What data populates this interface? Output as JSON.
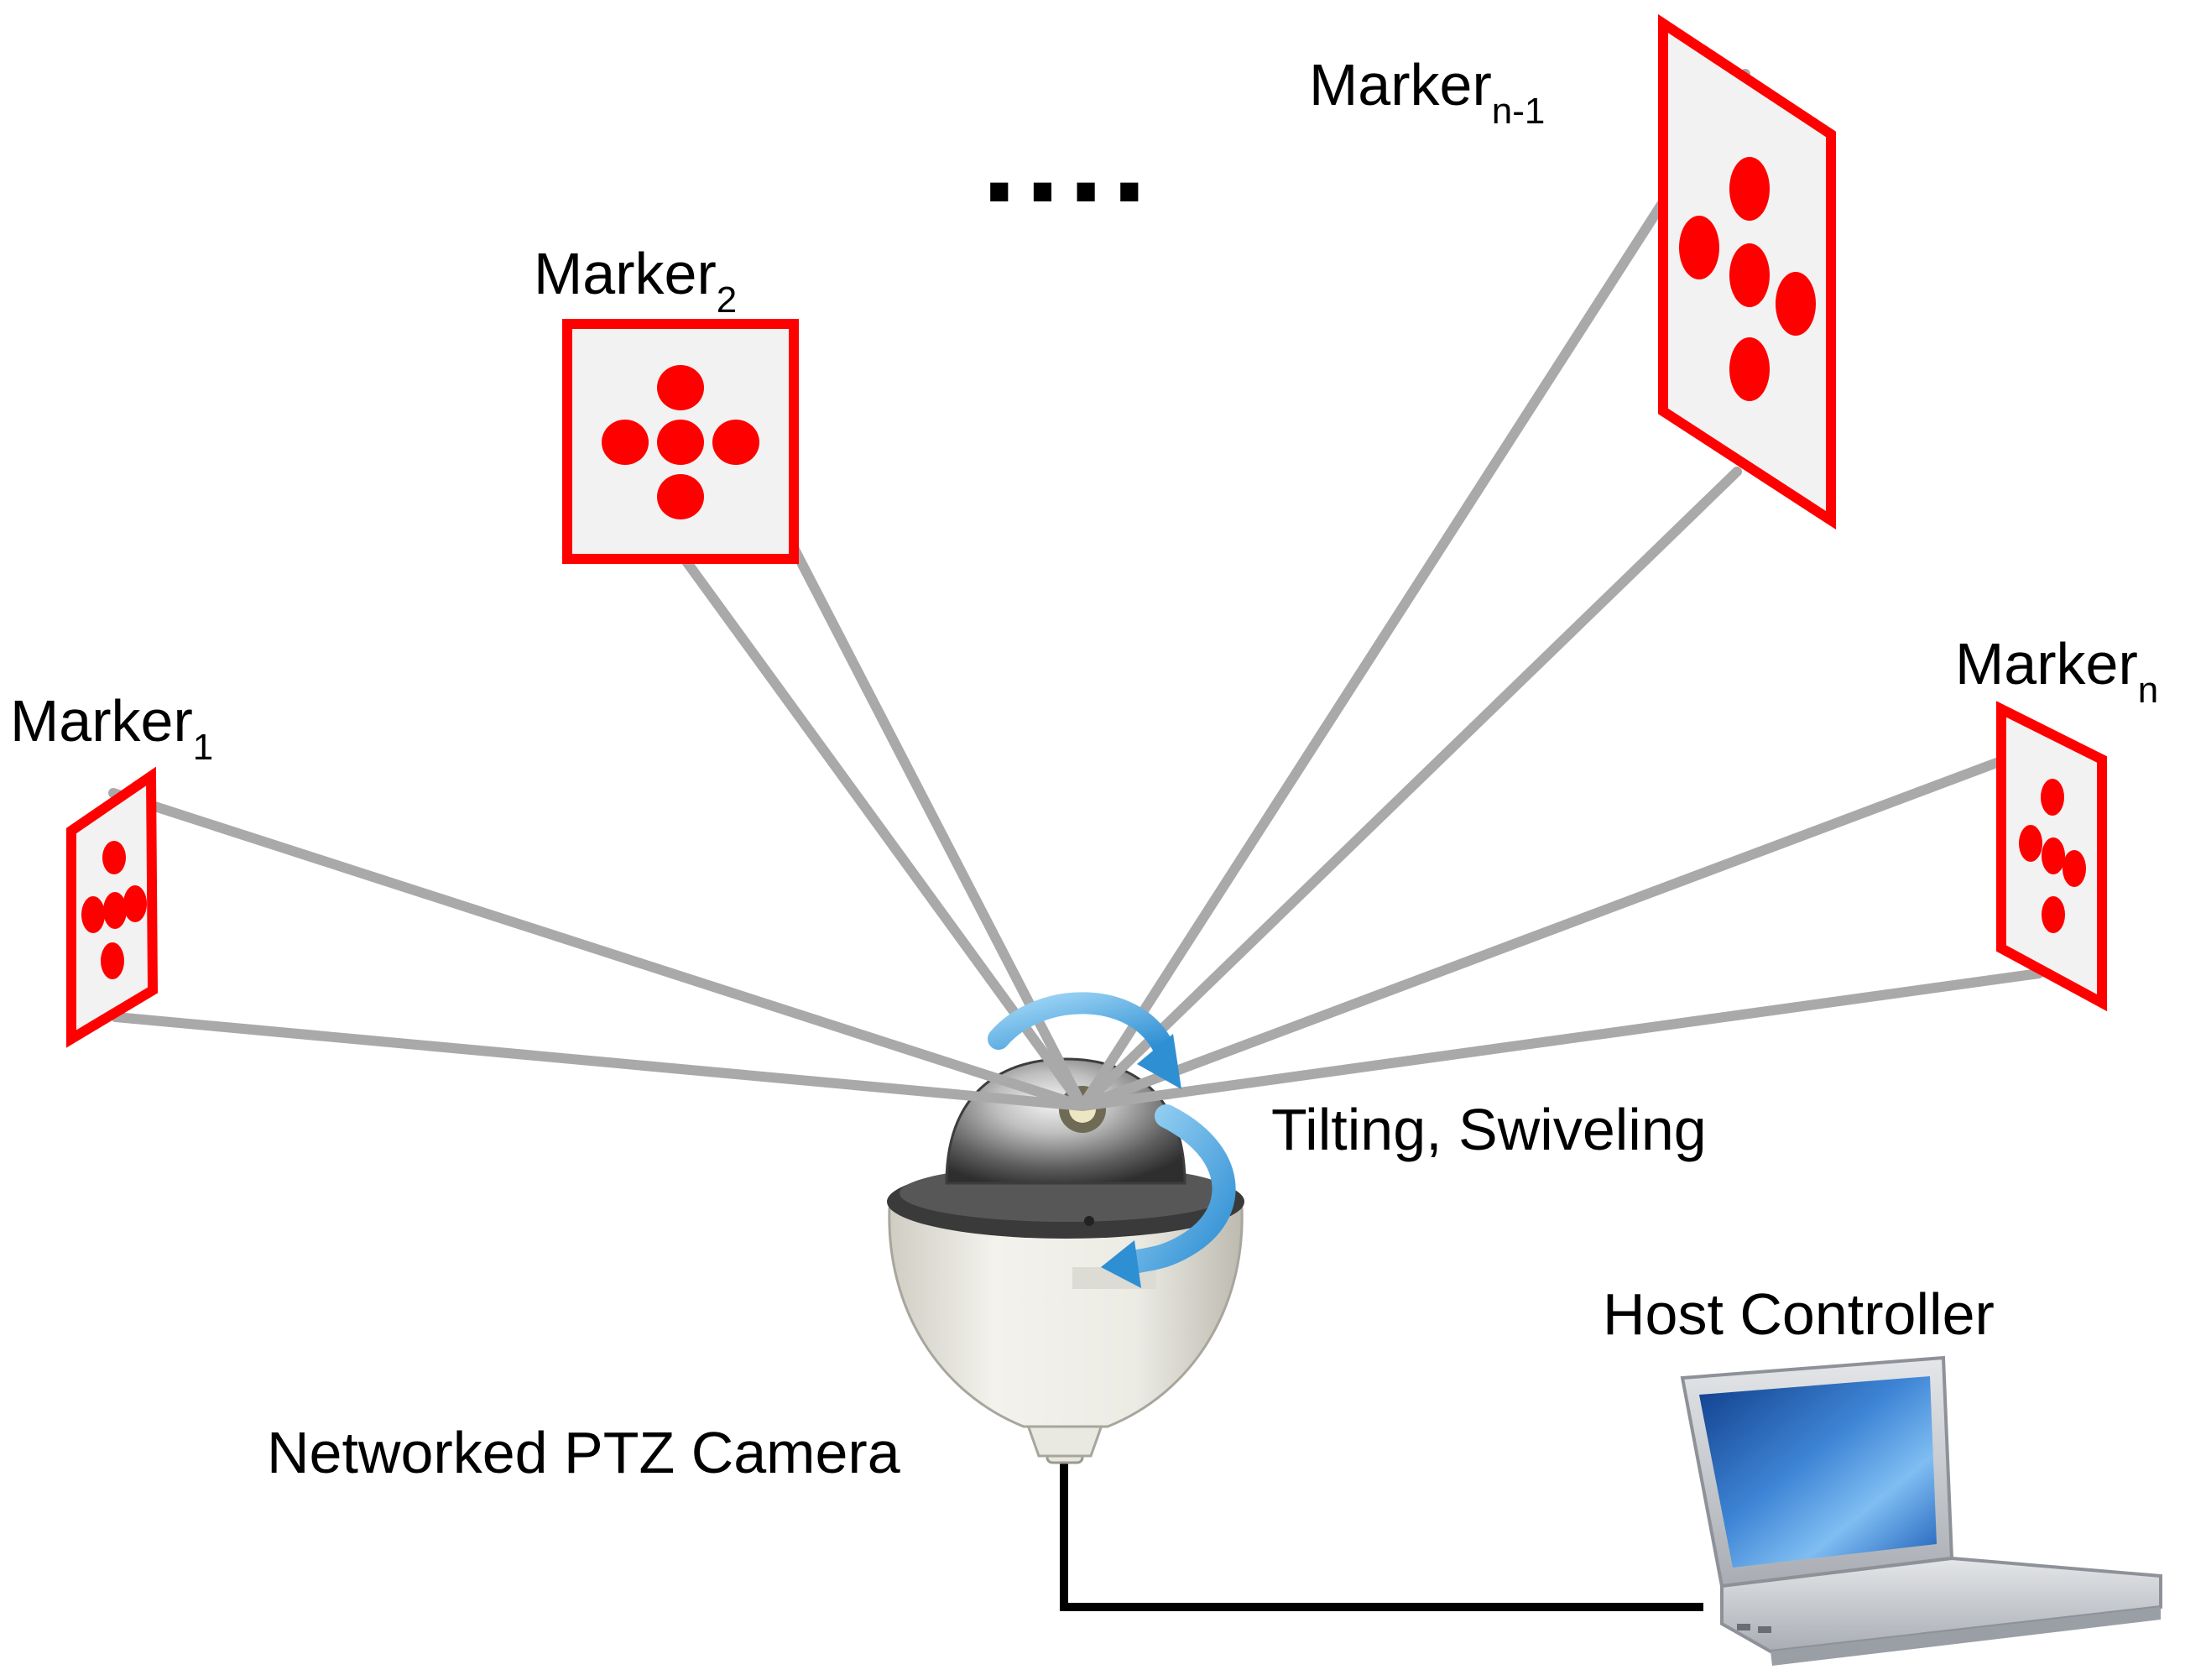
{
  "labels": {
    "marker_base": "Marker",
    "marker_1_sub": "1",
    "marker_2_sub": "2",
    "marker_n1_sub": "n-1",
    "marker_n_sub": "n",
    "ellipsis": "....",
    "motion": "Tilting, Swiveling",
    "camera": "Networked PTZ Camera",
    "host": "Host Controller"
  },
  "colors": {
    "marker_red": "#ff0000",
    "marker_fill": "#f2f2f2",
    "sightline_gray": "#a9a9a9",
    "arrow_blue": "#4aa6e0",
    "cable_black": "#000000"
  },
  "icons": {
    "camera": "ptz-dome-camera-icon",
    "laptop": "laptop-icon",
    "motion": "rotation-arrows-icon"
  }
}
